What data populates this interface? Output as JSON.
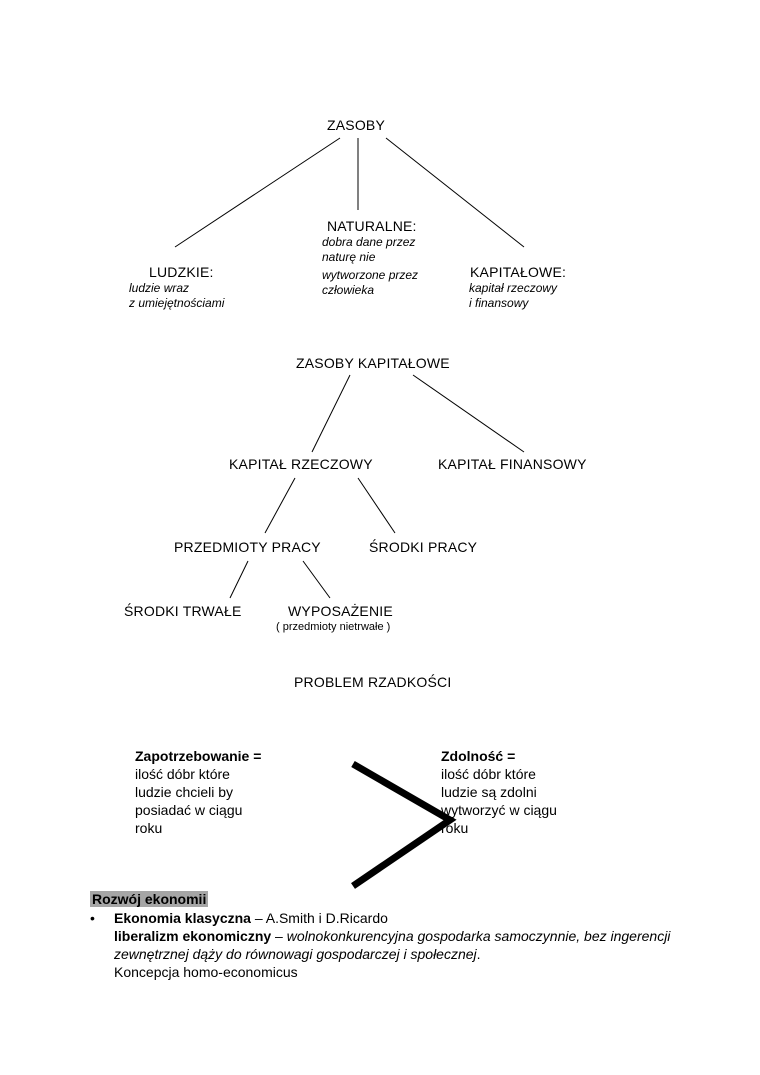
{
  "tree1": {
    "root": "ZASOBY",
    "ludzkie": {
      "label": "LUDZKIE:",
      "desc": [
        "ludzie wraz",
        "z umiejętnościami"
      ]
    },
    "naturalne": {
      "label": "NATURALNE:",
      "desc": [
        "dobra dane przez",
        "naturę nie",
        "wytworzone przez",
        "człowieka"
      ]
    },
    "kapitalowe": {
      "label": "KAPITAŁOWE:",
      "desc": [
        "kapitał rzeczowy",
        "i finansowy"
      ]
    }
  },
  "tree2": {
    "root": "ZASOBY KAPITAŁOWE",
    "rzeczowy": "KAPITAŁ RZECZOWY",
    "finansowy": "KAPITAŁ FINANSOWY",
    "przedmioty": "PRZEDMIOTY PRACY",
    "srodki_pracy": "ŚRODKI PRACY",
    "srodki_trwale": "ŚRODKI TRWAŁE",
    "wyposazenie": "WYPOSAŻENIE",
    "wyposazenie_note": "( przedmioty nietrwałe )"
  },
  "scarcity": {
    "title": "PROBLEM RZADKOŚCI",
    "left": {
      "head": "Zapotrzebowanie =",
      "lines": [
        "ilość dóbr które",
        "ludzie chcieli by",
        "posiadać w ciągu",
        "roku"
      ]
    },
    "right": {
      "head": "Zdolność =",
      "lines": [
        "ilość dóbr które",
        "ludzie są zdolni",
        "wytworzyć w ciągu",
        "roku"
      ]
    }
  },
  "section": {
    "title": "Rozwój ekonomii",
    "bullet": "•",
    "item_bold": "Ekonomia klasyczna",
    "item_rest": " – A.Smith i D.Ricardo",
    "lib_bold": "liberalizm ekonomiczny",
    "lib_dash": " – ",
    "lib_italic": "wolnokonkurencyjna gospodarka samoczynnie, bez ingerencji zewnętrznej dąży do równowagi gospodarczej i społecznej",
    "lib_end": ".",
    "concept": "Koncepcja homo-economicus"
  }
}
